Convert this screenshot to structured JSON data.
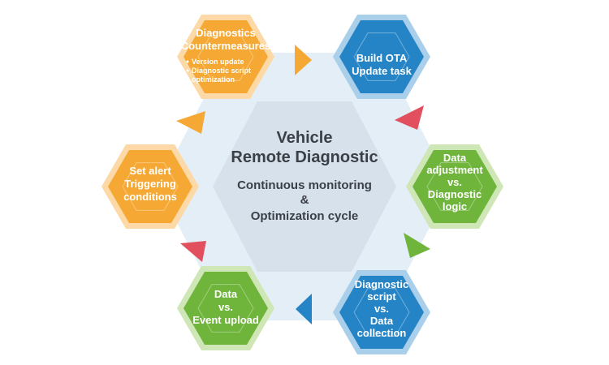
{
  "center": {
    "title_lines": [
      "Vehicle",
      "Remote Diagnostic"
    ],
    "subtitle_lines": [
      "Continuous monitoring",
      "&",
      "Optimization cycle"
    ]
  },
  "nodes": [
    {
      "id": "diagnostics-countermeasures",
      "title_lines": [
        "Diagnostics",
        "Countermeasures"
      ],
      "bullets": [
        "Version update",
        "Diagnostic script",
        "optimization"
      ],
      "fill": "#f5a833",
      "rim": "#fcd9a6"
    },
    {
      "id": "build-ota-update-task",
      "title_lines": [
        "Build OTA",
        "Update task"
      ],
      "fill": "#2584c6",
      "rim": "#a9cfea"
    },
    {
      "id": "data-adjustment-vs-diagnostic-logic",
      "title_lines": [
        "Data",
        "adjustment",
        "vs.",
        "Diagnostic",
        "logic"
      ],
      "fill": "#6fb43b",
      "rim": "#cfe6b6"
    },
    {
      "id": "diagnostic-script-vs-data-collection",
      "title_lines": [
        "Diagnostic",
        "script",
        "vs.",
        "Data",
        "collection"
      ],
      "fill": "#2584c6",
      "rim": "#a9cfea"
    },
    {
      "id": "data-vs-event-upload",
      "title_lines": [
        "Data",
        "vs.",
        "Event upload"
      ],
      "fill": "#6fb43b",
      "rim": "#cfe6b6"
    },
    {
      "id": "set-alert-triggering-conditions",
      "title_lines": [
        "Set alert",
        "Triggering",
        "conditions"
      ],
      "fill": "#f5a833",
      "rim": "#fcd9a6"
    }
  ],
  "arrows": [
    {
      "id": "arrow-countermeasures-to-ota",
      "color": "#f5a833"
    },
    {
      "id": "arrow-ota-to-adjustment",
      "color": "#e24f5f"
    },
    {
      "id": "arrow-adjustment-to-script",
      "color": "#6fb43b"
    },
    {
      "id": "arrow-script-to-upload",
      "color": "#2584c6"
    },
    {
      "id": "arrow-upload-to-alert",
      "color": "#e24f5f"
    },
    {
      "id": "arrow-alert-to-countermeasures",
      "color": "#f5a833"
    }
  ],
  "colors": {
    "outer_hexagon": "#e3eef6",
    "center_hexagon": "#d7e1ec",
    "center_text": "#3b3f46"
  }
}
